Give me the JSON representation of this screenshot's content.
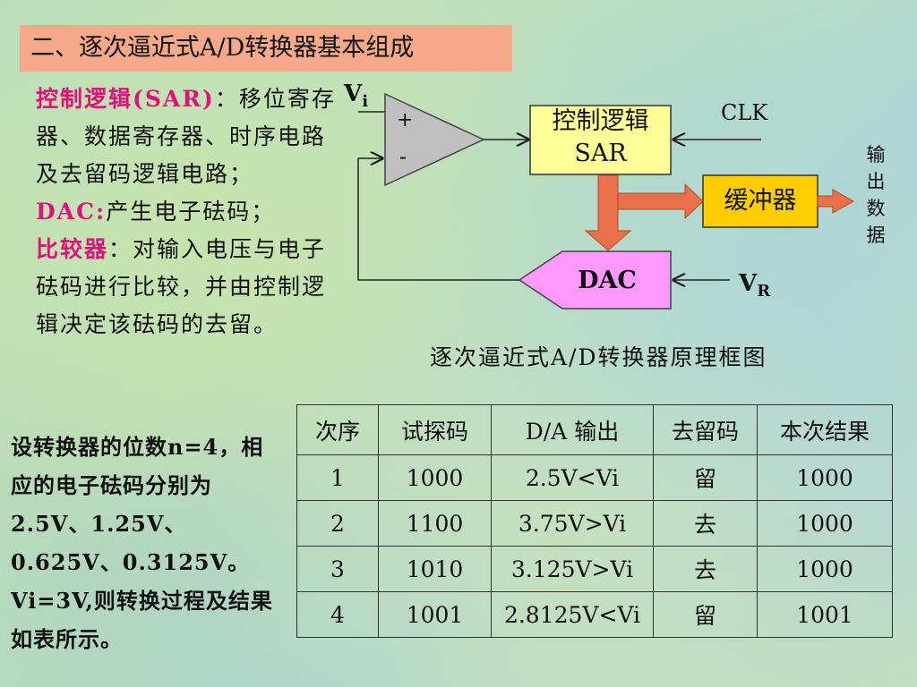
{
  "title": "二、逐次逼近式A/D转换器基本组成",
  "left": {
    "sar_label": "控制逻辑(SAR)",
    "sar_desc": "：移位寄存器、数据寄存器、时序电路及去留码逻辑电路；",
    "dac_label": "DAC:",
    "dac_desc": "产生电子砝码；",
    "cmp_label": "比较器",
    "cmp_desc": "：对输入电压与电子砝码进行比较，并由控制逻辑决定该砝码的去留。"
  },
  "bottom_text": "设转换器的位数n=4，相应的电子砝码分别为2.5V、1.25V、0.625V、0.3125V。Vi=3V,则转换过程及结果如表所示。",
  "diagram": {
    "vi": "V",
    "vi_sub": "i",
    "plus": "+",
    "minus": "-",
    "sar_line1": "控制逻辑",
    "sar_line2": "SAR",
    "clk": "CLK",
    "buffer": "缓冲器",
    "output": "输出数据",
    "dac": "DAC",
    "vr": "V",
    "vr_sub": "R",
    "caption": "逐次逼近式A/D转换器原理框图"
  },
  "table": {
    "headers": [
      "次序",
      "试探码",
      "D/A 输出",
      "去留码",
      "本次结果"
    ],
    "rows": [
      [
        "1",
        "1000",
        "2.5V<Vi",
        "留",
        "1000"
      ],
      [
        "2",
        "1100",
        "3.75V>Vi",
        "去",
        "1000"
      ],
      [
        "3",
        "1010",
        "3.125V>Vi",
        "去",
        "1000"
      ],
      [
        "4",
        "1001",
        "2.8125V<Vi",
        "留",
        "1001"
      ]
    ]
  },
  "colors": {
    "title_bg": "#f4a98a",
    "highlight": "#e0117a",
    "sar_bg": "#ffff99",
    "buffer_bg": "#ffcc00",
    "dac_bg": "#ff99ff",
    "arrow": "#e8704a",
    "comparator": "#c0c0c0"
  }
}
